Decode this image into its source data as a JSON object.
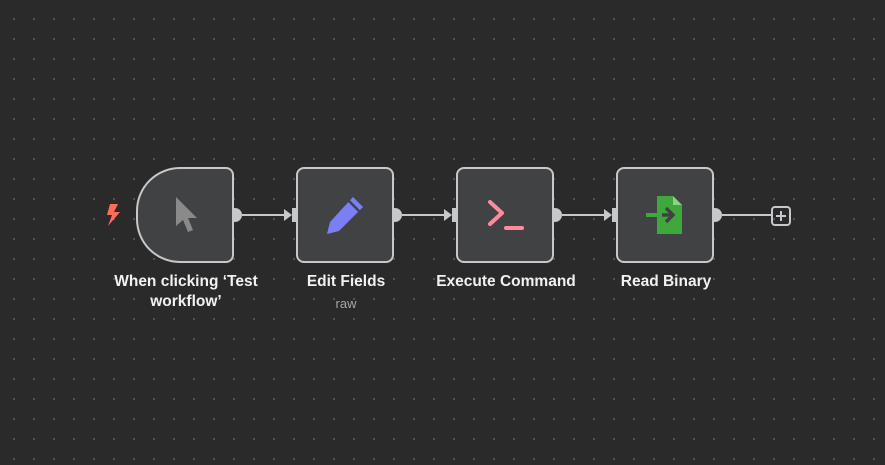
{
  "colors": {
    "canvas_bg": "#2a2a2a",
    "node_bg": "#414244",
    "node_border": "#c6c8cc",
    "trigger_bolt": "#ff6d5a",
    "edit_fields_icon": "#7b7ff5",
    "execute_command_icon": "#ff8a9e",
    "read_binary_icon": "#3fa83d",
    "cursor_icon": "#8a8a8a"
  },
  "nodes": [
    {
      "name": "When clicking ‘Test workflow’",
      "subtitle": "",
      "icon": "cursor-icon"
    },
    {
      "name": "Edit Fields",
      "subtitle": "raw",
      "icon": "pencil-icon"
    },
    {
      "name": "Execute Command",
      "subtitle": "",
      "icon": "terminal-icon"
    },
    {
      "name": "Read Binary",
      "subtitle": "",
      "icon": "file-import-icon"
    }
  ],
  "trigger_marker": {
    "icon": "lightning-bolt-icon"
  },
  "add_node": {
    "icon": "plus-icon"
  }
}
